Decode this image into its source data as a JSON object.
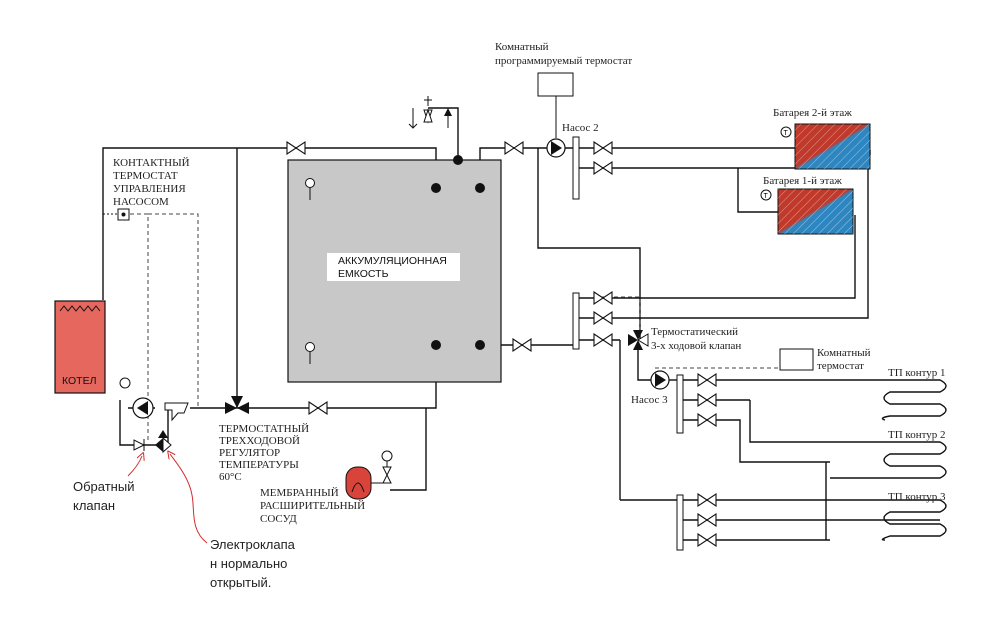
{
  "labels": {
    "room_prog_thermostat_1": "Комнатный",
    "room_prog_thermostat_2": "программируемый термостат",
    "pump2": "Насос 2",
    "radiator_floor2": "Батарея 2-й этаж",
    "radiator_floor1": "Батарея 1-й этаж",
    "contact_thermostat_1": "КОНТАКТНЫЙ",
    "contact_thermostat_2": "ТЕРМОСТАТ",
    "contact_thermostat_3": "УПРАВЛЕНИЯ",
    "contact_thermostat_4": "НАСОСОМ",
    "accumulator_1": "АККУМУЛЯЦИОННАЯ",
    "accumulator_2": "ЕМКОСТЬ",
    "boiler": "КОТЕЛ",
    "thermostatic_3way_valve_1": "Термостатический",
    "thermostatic_3way_valve_2": "3-х ходовой клапан",
    "room_thermostat_1": "Комнатный",
    "room_thermostat_2": "термостат",
    "pump3": "Насос 3",
    "floor_circuit_1": "ТП контур 1",
    "floor_circuit_2": "ТП контур 2",
    "floor_circuit_3": "ТП контур 3",
    "regulator_1": "ТЕРМОСТАТНЫЙ",
    "regulator_2": "ТРЕХХОДОВОЙ",
    "regulator_3": "РЕГУЛЯТОР",
    "regulator_4": "ТЕМПЕРАТУРЫ",
    "regulator_5": "60°C",
    "expansion_1": "МЕМБРАННЫЙ",
    "expansion_2": "РАСШИРИТЕЛЬНЫЙ",
    "expansion_3": "СОСУД",
    "check_valve_1": "Обратный",
    "check_valve_2": "клапан",
    "solenoid_1": "Электроклапа",
    "solenoid_2": "н нормально",
    "solenoid_3": "открытый."
  },
  "colors": {
    "boiler_fill": "#e5675e",
    "tank_fill": "#c8c8c8",
    "radiator_hot": "#c0392b",
    "radiator_cold": "#2e86c1",
    "annotation_red": "#d62b2b",
    "expansion_red": "#d9443a"
  }
}
